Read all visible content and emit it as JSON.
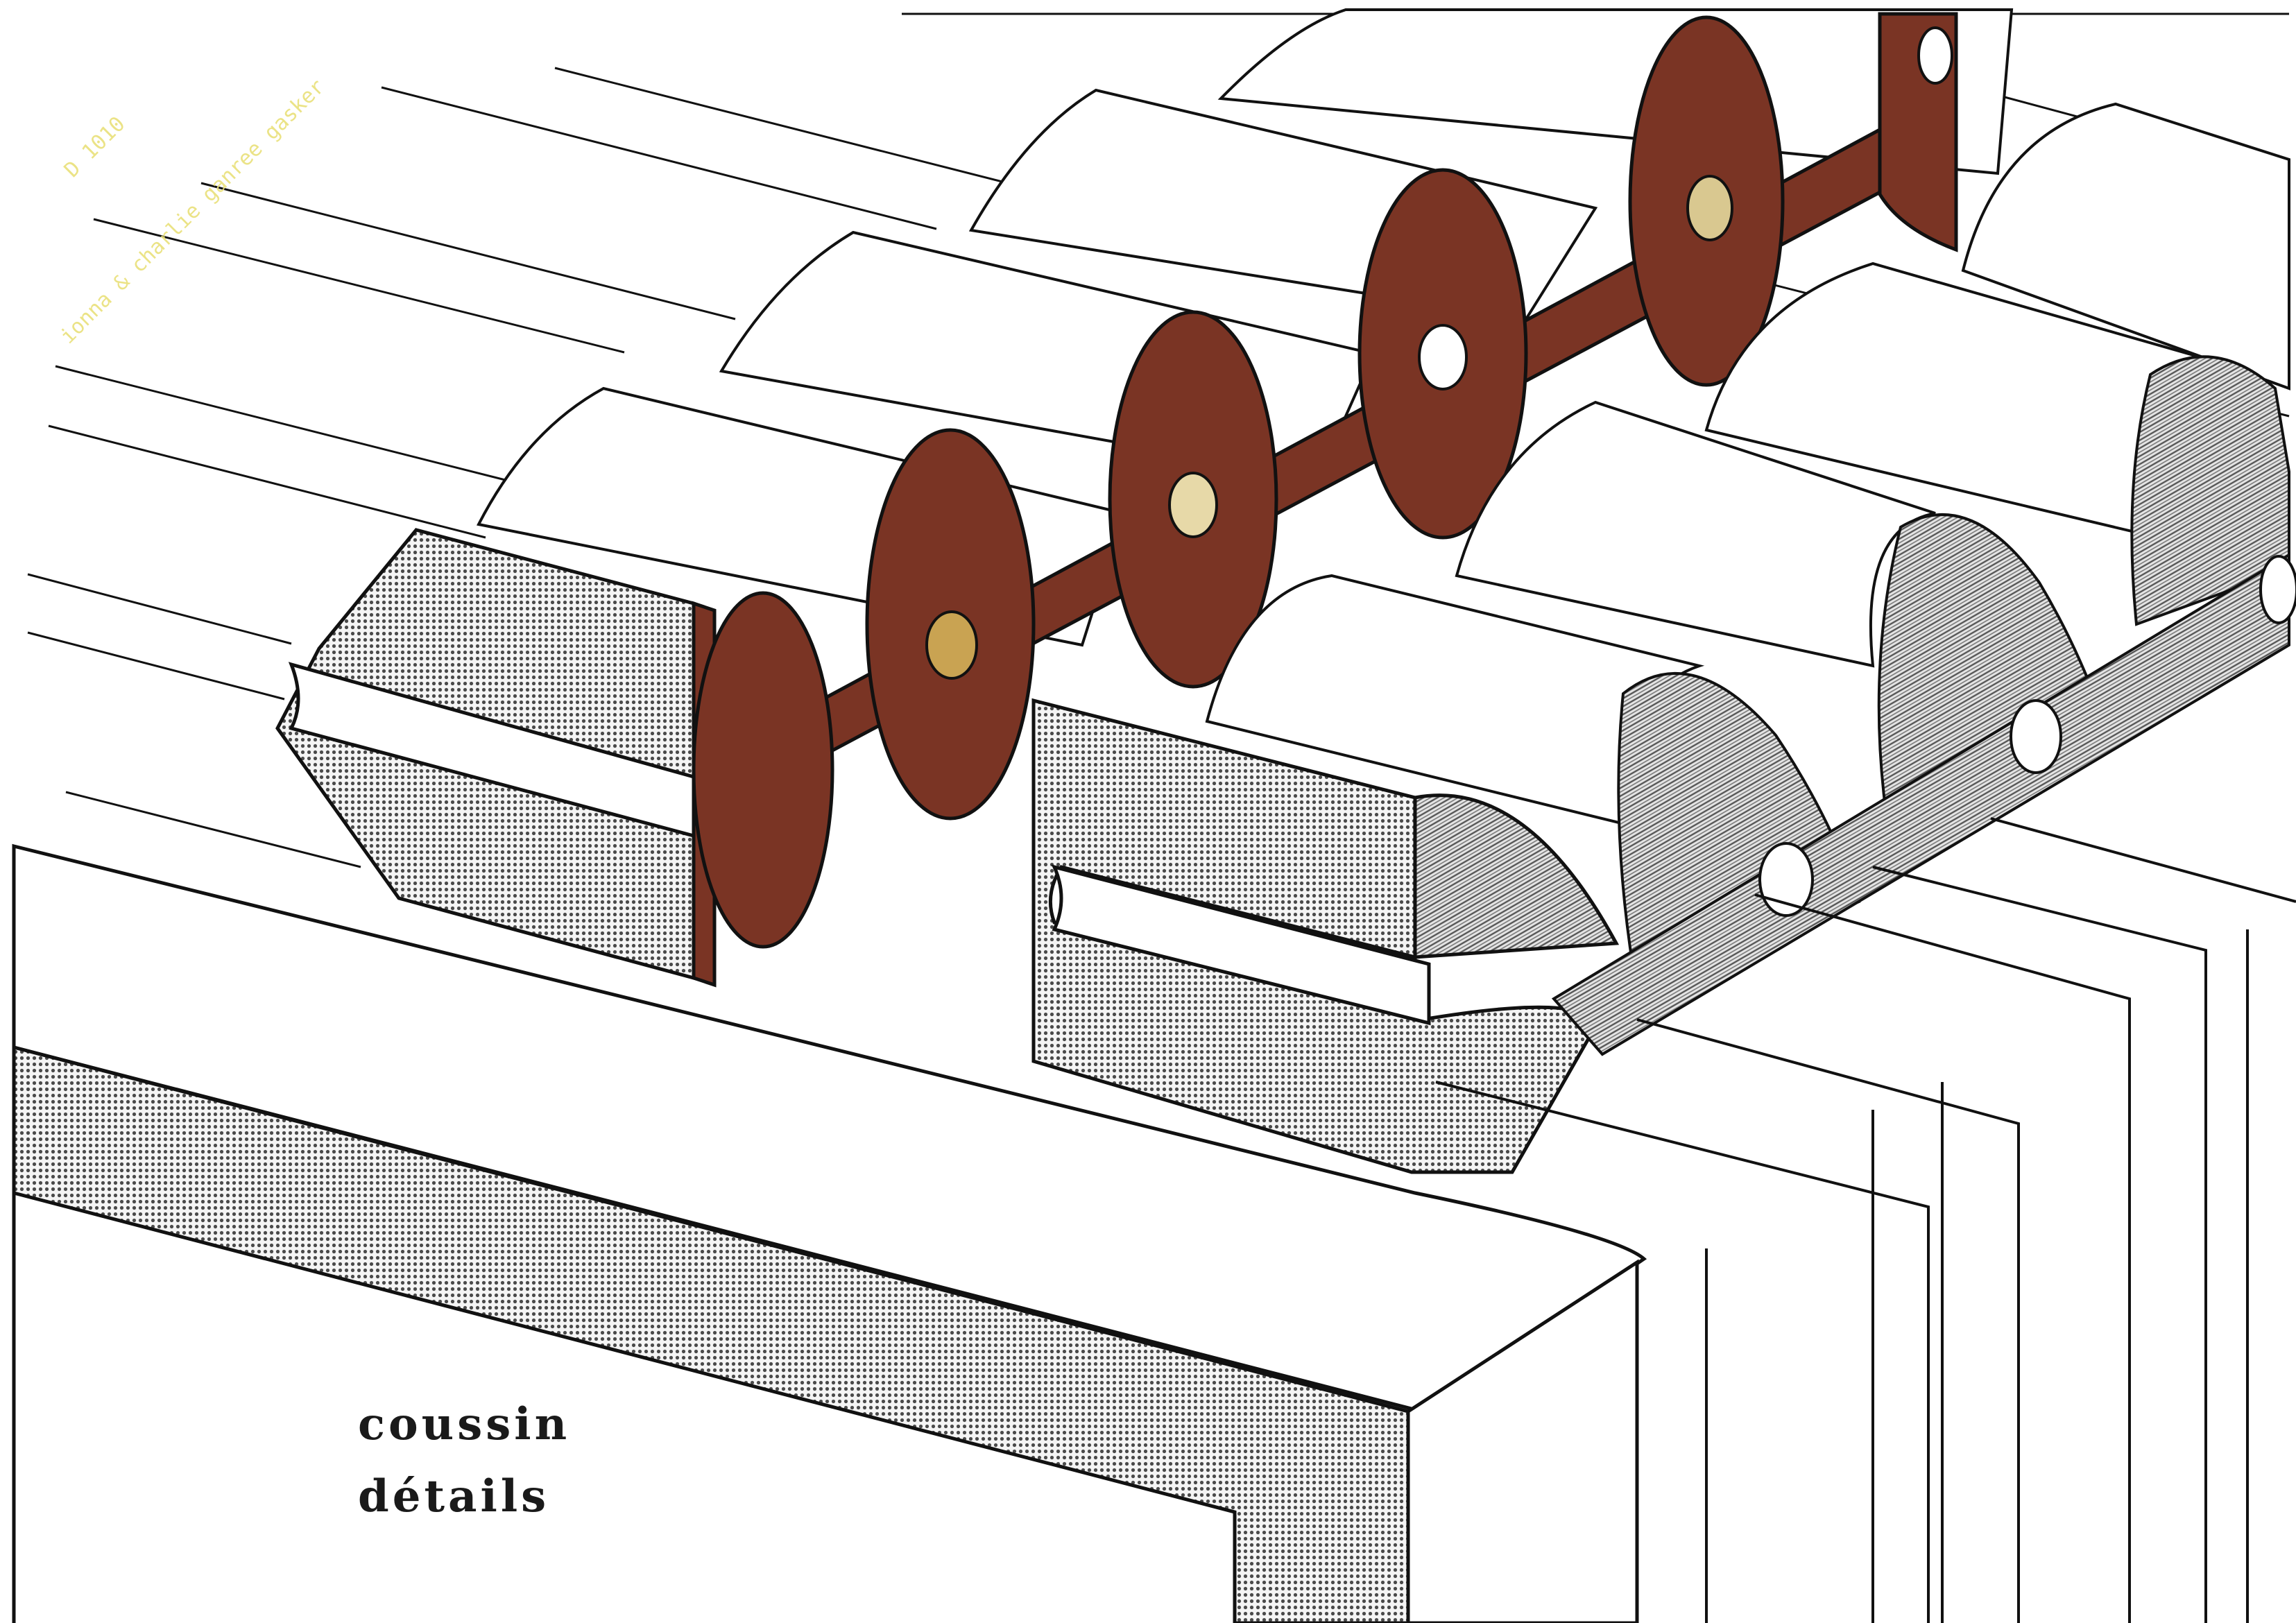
{
  "artwork": {
    "caption_line_1": "coussin",
    "caption_line_2": "détails",
    "stamp_code": "D 1010",
    "stamp_credit": "ionna & charlie ganree gasker",
    "colors": {
      "paper": "#ffffff",
      "ink": "#111111",
      "rust": "#7a3424",
      "gold": "#c9a352",
      "halftone_grey": "#9a9a9a",
      "stamp_yellow": "#e9e07a"
    }
  }
}
